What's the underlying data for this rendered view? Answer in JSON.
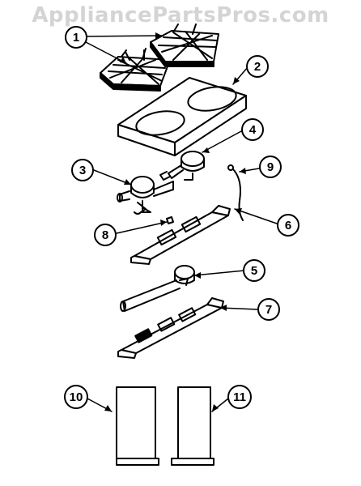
{
  "watermark": "AppliancePartsPros.com",
  "callouts": [
    {
      "id": "1",
      "label": "1"
    },
    {
      "id": "2",
      "label": "2"
    },
    {
      "id": "3",
      "label": "3"
    },
    {
      "id": "4",
      "label": "4"
    },
    {
      "id": "5",
      "label": "5"
    },
    {
      "id": "6",
      "label": "6"
    },
    {
      "id": "7",
      "label": "7"
    },
    {
      "id": "8",
      "label": "8"
    },
    {
      "id": "9",
      "label": "9"
    },
    {
      "id": "10",
      "label": "10"
    },
    {
      "id": "11",
      "label": "11"
    }
  ],
  "colors": {
    "ink": "#000000",
    "watermark": "#d4d4d4",
    "background": "#ffffff"
  }
}
